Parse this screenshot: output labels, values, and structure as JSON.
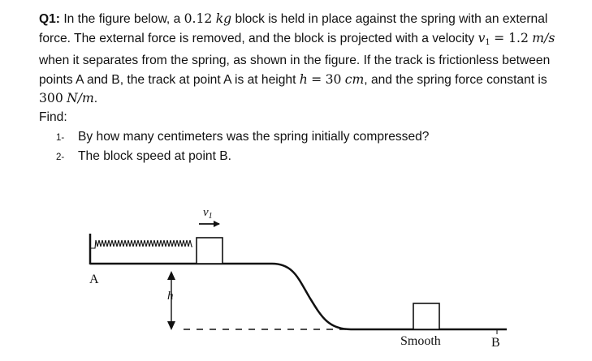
{
  "problem": {
    "label": "Q1:",
    "text1": "In the figure below, a",
    "mass_value": "0.12",
    "mass_unit": "kg",
    "text2": "block is held in place against the spring with an external force. The external force is removed, and the block is projected with a velocity",
    "v1_symbol": "v",
    "v1_sub": "1",
    "v1_eq": "= 1.2",
    "v1_unit": "m/s",
    "text3": "when it separates from the spring, as shown in the figure. If the track is frictionless between points A and B, the track at point A is at height",
    "h_symbol": "h",
    "h_eq": "=",
    "h_value": "30",
    "h_unit": "cm",
    "text4": ", and the spring force constant is",
    "k_value": "300",
    "k_unit": "N/m",
    "text5": ".",
    "find_label": "Find:",
    "items": [
      {
        "num": "1-",
        "text": "By how many centimeters was the spring initially compressed?"
      },
      {
        "num": "2-",
        "text": "The block speed at point B."
      }
    ]
  },
  "figure": {
    "velocity_label": "v",
    "velocity_sub": "1",
    "point_a_label": "A",
    "height_label": "h",
    "surface_label": "Smooth",
    "point_b_label": "B"
  }
}
